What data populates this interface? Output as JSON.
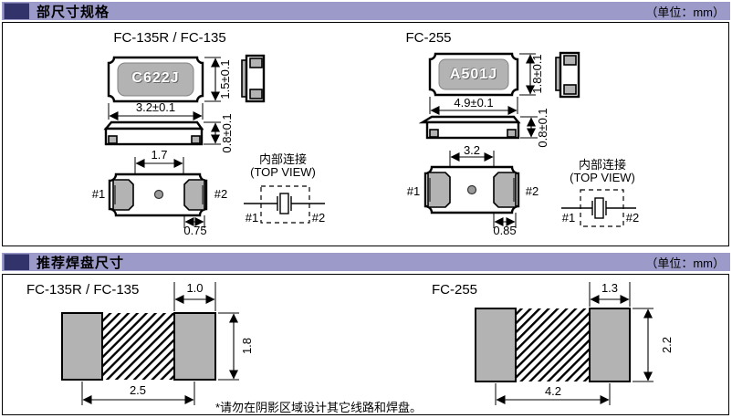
{
  "colors": {
    "header_bg": "#9b9ac9",
    "header_icon": "#32336b",
    "body_gray": "#b3b3b3",
    "line": "#000000"
  },
  "sections": {
    "outline": {
      "title": "部尺寸规格",
      "unit": "（单位：mm）"
    },
    "land": {
      "title": "推荐焊盘尺寸",
      "unit": "（单位：mm）"
    }
  },
  "outline": {
    "fc135": {
      "name": "FC-135R / FC-135",
      "marking": "C622J",
      "dim_width": "3.2±0.1",
      "dim_height": "1.5±0.1",
      "dim_thickness": "0.8±0.1",
      "dim_inner_span": "1.7",
      "dim_pad_width": "0.75",
      "pin1": "#1",
      "pin2": "#2",
      "conn": {
        "title": "内部连接",
        "subtitle": "(TOP VIEW)",
        "pin1": "#1",
        "pin2": "#2"
      }
    },
    "fc255": {
      "name": "FC-255",
      "marking": "A501J",
      "dim_width": "4.9±0.1",
      "dim_height": "1.8±0.1",
      "dim_thickness": "0.8±0.1",
      "dim_inner_span": "3.2",
      "dim_pad_width": "0.85",
      "pin1": "#1",
      "pin2": "#2",
      "conn": {
        "title": "内部连接",
        "subtitle": "(TOP VIEW)",
        "pin1": "#1",
        "pin2": "#2"
      }
    }
  },
  "land": {
    "fc135": {
      "name": "FC-135R / FC-135",
      "pad_width": "1.0",
      "pad_height": "1.8",
      "span": "2.5"
    },
    "fc255": {
      "name": "FC-255",
      "pad_width": "1.3",
      "pad_height": "2.2",
      "span": "4.2"
    },
    "note": "*请勿在阴影区域设计其它线路和焊盘。"
  }
}
